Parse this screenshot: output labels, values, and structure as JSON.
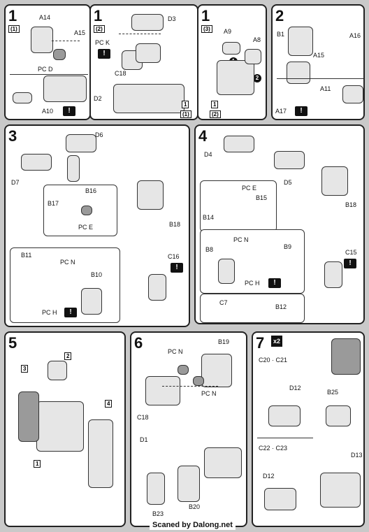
{
  "footer": "Scaned by Dalong.net",
  "step1a": {
    "num": "1",
    "sub": "(1)",
    "labels": [
      "A14",
      "A15",
      "PC D",
      "A10"
    ]
  },
  "step1b": {
    "num": "1",
    "sub": "(2)",
    "labels": [
      "D3",
      "PC K",
      "C18",
      "D2"
    ],
    "ref": "1",
    "ref_sub": "(1)"
  },
  "step1c": {
    "num": "1",
    "sub": "(3)",
    "labels": [
      "A9",
      "A8"
    ],
    "ref": "1",
    "ref_sub": "(2)",
    "order": [
      "1",
      "2"
    ]
  },
  "step2": {
    "num": "2",
    "labels": [
      "B1",
      "A16",
      "A15",
      "A11",
      "A17"
    ]
  },
  "step3": {
    "num": "3",
    "labels": [
      "D6",
      "D7",
      "B16",
      "B17",
      "PC E",
      "B18",
      "C16",
      "B11",
      "PC N",
      "B10",
      "PC H"
    ]
  },
  "step4": {
    "num": "4",
    "labels": [
      "D4",
      "D5",
      "PC E",
      "B15",
      "B14",
      "B18",
      "C15",
      "PC N",
      "B8",
      "B9",
      "PC H",
      "C7",
      "B12"
    ]
  },
  "step5": {
    "num": "5",
    "callouts": [
      "2",
      "3",
      "4",
      "1"
    ]
  },
  "step6": {
    "num": "6",
    "labels": [
      "B19",
      "PC N",
      "PC N",
      "C18",
      "D1",
      "B23",
      "B20"
    ]
  },
  "step7": {
    "num": "7",
    "mult": "x2",
    "labels": [
      "C20 · C21",
      "D12",
      "B25",
      "C22 · C23",
      "D12",
      "D13"
    ]
  },
  "warn_mark": "!"
}
